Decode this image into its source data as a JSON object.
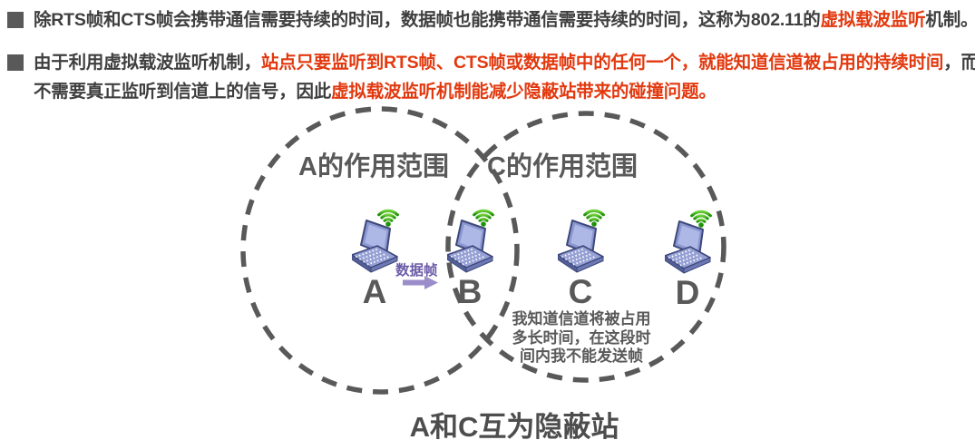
{
  "colors": {
    "text_dark": "#3f3f3f",
    "highlight_red": "#e2390f",
    "diagram_gray": "#595959",
    "arrow_purple": "#9b8dc9",
    "arrow_label_purple": "#6b5ba8",
    "wifi_green": "#2f9e11",
    "laptop_blue": "#8b97cf",
    "background": "#ffffff"
  },
  "bullets": [
    {
      "lines": [
        [
          {
            "t": "除RTS帧和CTS帧会携带通信需要持续的时间，数据帧也能携带通信需要持续的时间，这称为802.11的",
            "c": "dark"
          },
          {
            "t": "虚拟载波监听",
            "c": "red"
          },
          {
            "t": "机制。",
            "c": "dark"
          }
        ]
      ]
    },
    {
      "lines": [
        [
          {
            "t": "由于利用虚拟载波监听机制，",
            "c": "dark"
          },
          {
            "t": "站点只要监听到RTS帧、CTS帧或数据帧中的任何一个，就能知道信道被占用的持续时间",
            "c": "red"
          },
          {
            "t": "，而",
            "c": "dark"
          }
        ],
        [
          {
            "t": "不需要真正监听到信道上的信号，因此",
            "c": "dark"
          },
          {
            "t": "虚拟载波监听机制能减少隐蔽站带来的碰撞问题。",
            "c": "red"
          }
        ]
      ]
    }
  ],
  "diagram": {
    "range_labels": [
      {
        "text": "A的作用范围"
      },
      {
        "text": "C的作用范围"
      }
    ],
    "stations": [
      {
        "label": "A"
      },
      {
        "label": "B"
      },
      {
        "label": "C"
      },
      {
        "label": "D"
      }
    ],
    "arrow_label": "数据帧",
    "note_lines": [
      "我知道信道将被占用",
      "多长时间，在这段时",
      "间内我不能发送帧"
    ],
    "caption": "A和C互为隐蔽站"
  }
}
